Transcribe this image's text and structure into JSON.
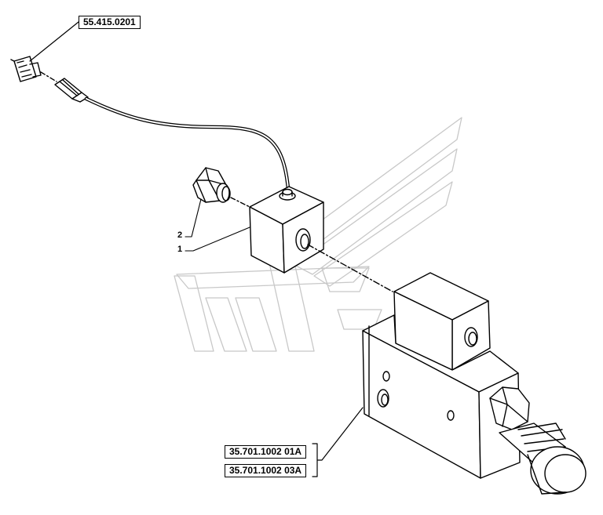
{
  "callouts": {
    "top_ref": "55.415.0201",
    "ref_a": "35.701.1002 01A",
    "ref_b": "35.701.1002 03A"
  },
  "item_numbers": {
    "plug": "2",
    "block": "1"
  }
}
